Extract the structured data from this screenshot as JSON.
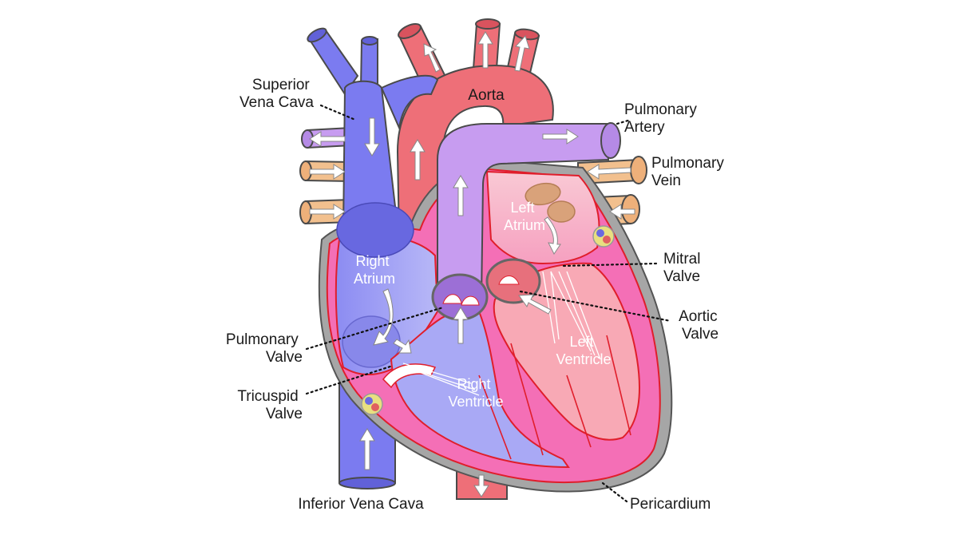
{
  "diagram": {
    "labels": {
      "superior_vena_cava": [
        "Superior",
        "Vena Cava"
      ],
      "aorta": "Aorta",
      "pulmonary_artery": [
        "Pulmonary",
        "Artery"
      ],
      "pulmonary_vein": [
        "Pulmonary",
        "Vein"
      ],
      "left_atrium": [
        "Left",
        "Atrium"
      ],
      "right_atrium": [
        "Right",
        "Atrium"
      ],
      "mitral_valve": [
        "Mitral",
        "Valve"
      ],
      "aortic_valve": [
        "Aortic",
        "Valve"
      ],
      "pulmonary_valve": [
        "Pulmonary",
        "Valve"
      ],
      "tricuspid_valve": [
        "Tricuspid",
        "Valve"
      ],
      "left_ventricle": [
        "Left",
        "Ventricle"
      ],
      "right_ventricle": [
        "Right",
        "Ventricle"
      ],
      "inferior_vena_cava": "Inferior Vena Cava",
      "pericardium": "Pericardium"
    },
    "colors": {
      "deoxygenated_vessel": "#7b7bf0",
      "oxygenated_vessel": "#ee6f78",
      "pulmonary_artery": "#c79cf0",
      "pulmonary_vein": "#f2c08e",
      "right_heart_chamber": "#a9a9f5",
      "left_heart_chamber": "#f46fb6",
      "left_atrium_interior": "#f7b7c7",
      "pericardium": "#a6a6a6",
      "chamber_outline": "#e01e2b",
      "flow_arrow": "#ffffff"
    }
  }
}
